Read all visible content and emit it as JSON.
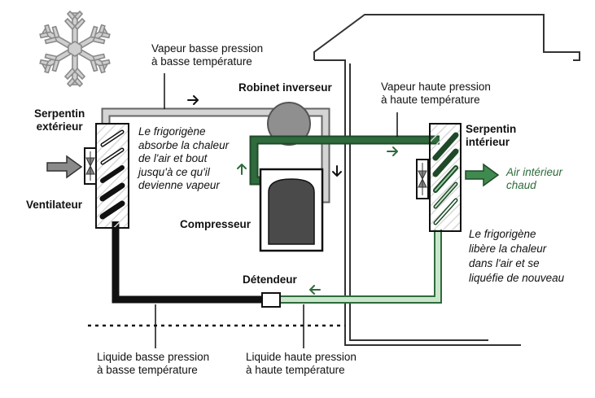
{
  "labels": {
    "serpentin_exterieur": [
      "Serpentin",
      "extérieur"
    ],
    "ventilateur": "Ventilateur",
    "vapeur_basse": [
      "Vapeur basse pression",
      "à basse température"
    ],
    "robinet": "Robinet inverseur",
    "vapeur_haute": [
      "Vapeur haute pression",
      "à haute température"
    ],
    "serpentin_interieur": [
      "Serpentin",
      "intérieur"
    ],
    "absorbe": [
      "Le frigorigène",
      "absorbe la chaleur",
      "de l'air et bout",
      "jusqu'à ce qu'il",
      "devienne vapeur"
    ],
    "compresseur": "Compresseur",
    "air_interieur": [
      "Air intérieur",
      "chaud"
    ],
    "libere": [
      "Le frigorigène",
      "libère la chaleur",
      "dans l'air et se",
      "liquéfie de nouveau"
    ],
    "detendeur": "Détendeur",
    "liquide_basse": [
      "Liquide basse pression",
      "à basse température"
    ],
    "liquide_haute": [
      "Liquide haute pression",
      "à haute température"
    ]
  },
  "colors": {
    "low_pressure_vapor": "#c8c8c8",
    "high_pressure_vapor": "#2f6b3c",
    "low_pressure_liquid": "#111111",
    "high_pressure_liquid": "#b9dbbd",
    "snowflake": "#c9c9c9"
  },
  "icons": [
    "snowflake-icon",
    "fan-icon",
    "arrow-icon"
  ]
}
